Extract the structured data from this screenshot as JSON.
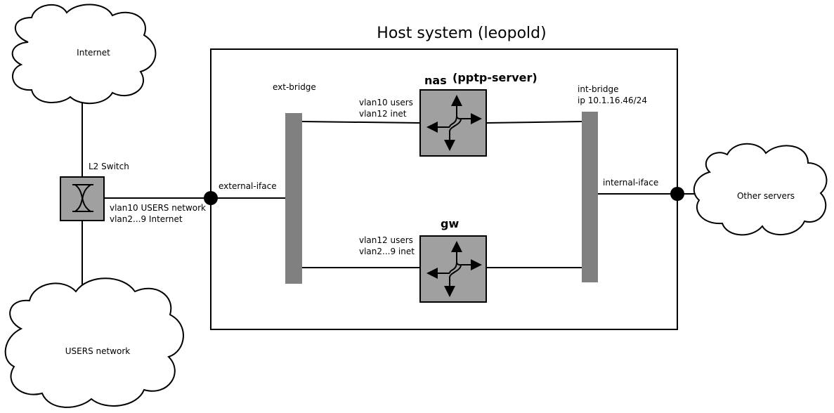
{
  "host": {
    "title": "Host system (leopold)"
  },
  "clouds": {
    "internet": "Internet",
    "users": "USERS network",
    "other": "Other servers"
  },
  "switch": {
    "label": "L2 Switch",
    "line1": "vlan10 USERS network",
    "line2": "vlan2...9 Internet"
  },
  "interfaces": {
    "external": "external-iface",
    "internal": "internal-iface"
  },
  "bridges": {
    "ext": "ext-bridge",
    "int_name": "int-bridge",
    "int_ip": "ip 10.1.16.46/24"
  },
  "nas": {
    "name": "nas",
    "role": "(pptp-server)",
    "vlan1": "vlan10  users",
    "vlan2": "vlan12  inet"
  },
  "gw": {
    "name": "gw",
    "vlan1": "vlan12  users",
    "vlan2": "vlan2...9  inet"
  }
}
